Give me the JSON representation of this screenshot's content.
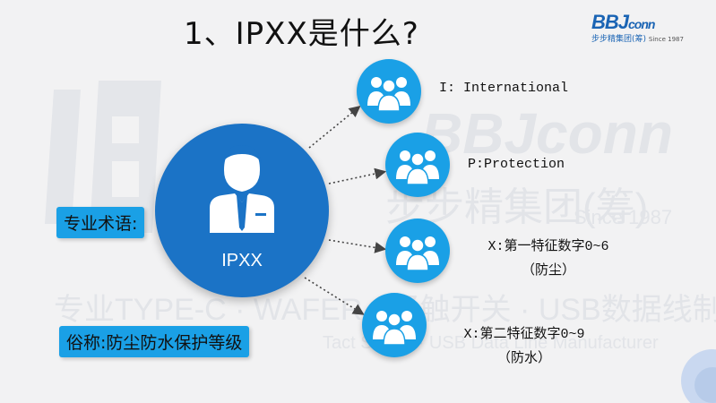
{
  "title": "1、IPXX是什么?",
  "logo": {
    "brand": "BBJ",
    "brand_suffix": "conn",
    "company": "步步精集团(筹)",
    "since": "Since 1987"
  },
  "watermark": {
    "brand": "BBJconn",
    "company": "步步精集团(筹)",
    "since": "Since 1987",
    "products": "专业TYPE-C · WAFER · 轻触开关 · USB数据线制造商",
    "products_en": "Tact Switch · USB Data Line Manufacturer"
  },
  "center": {
    "label": "IPXX",
    "icon": "businessman-icon"
  },
  "items": [
    {
      "line1": "I: International",
      "line2": ""
    },
    {
      "line1": "P:Protection",
      "line2": ""
    },
    {
      "line1": "X:第一特征数字0~6",
      "line2": "（防尘）"
    },
    {
      "line1": "X:第二特征数字0~9",
      "line2": "（防水）"
    }
  ],
  "labels": {
    "term": "专业术语:",
    "common": "俗称:防尘防水保护等级"
  },
  "colors": {
    "primary": "#1b73c6",
    "accent": "#1aa0e6",
    "logo": "#1a64b4"
  }
}
